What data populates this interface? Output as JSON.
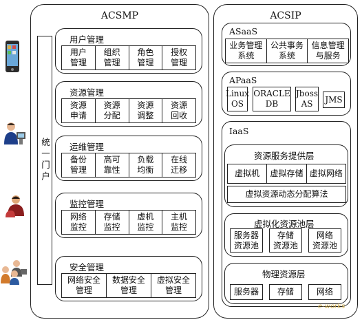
{
  "acsmp": {
    "title": "ACSMP",
    "portal": "统一门户",
    "modules": [
      {
        "title": "用户管理",
        "items": [
          "用户\n管理",
          "组织\n管理",
          "角色\n管理",
          "授权\n管理"
        ]
      },
      {
        "title": "资源管理",
        "items": [
          "资源\n申请",
          "资源\n分配",
          "资源\n调整",
          "资源\n回收"
        ]
      },
      {
        "title": "运维管理",
        "items": [
          "备份\n管理",
          "高可\n靠性",
          "负载\n均衡",
          "在线\n迁移"
        ]
      },
      {
        "title": "监控管理",
        "items": [
          "网络\n监控",
          "存储\n监控",
          "虚机\n监控",
          "主机\n监控"
        ]
      },
      {
        "title": "安全管理",
        "items": [
          "网络安全\n管理",
          "数据安全\n管理",
          "虚拟安全\n管理"
        ]
      }
    ]
  },
  "acsip": {
    "title": "ACSIP",
    "asaas": {
      "title": "ASaaS",
      "items": [
        "业务管理\n系统",
        "公共事务\n系统",
        "信息管理\n与服务"
      ]
    },
    "apaas": {
      "title": "APaaS",
      "items": [
        "Linux\nOS",
        "ORACLE\nDB",
        "Jboss\nAS",
        "JMS"
      ]
    },
    "iaas": {
      "title": "IaaS",
      "provider": {
        "title": "资源服务提供层",
        "items": [
          "虚拟机",
          "虚拟存储",
          "虚拟网络"
        ],
        "algorithm": "虚拟资源动态分配算法"
      },
      "pool": {
        "title": "虚拟化资源池层",
        "items": [
          "服务器\n资源池",
          "存储\n资源池",
          "网络\n资源池"
        ]
      },
      "physical": {
        "title": "物理资源层",
        "items": [
          "服务器",
          "存储",
          "网络"
        ]
      }
    }
  },
  "watermark": "e-works"
}
